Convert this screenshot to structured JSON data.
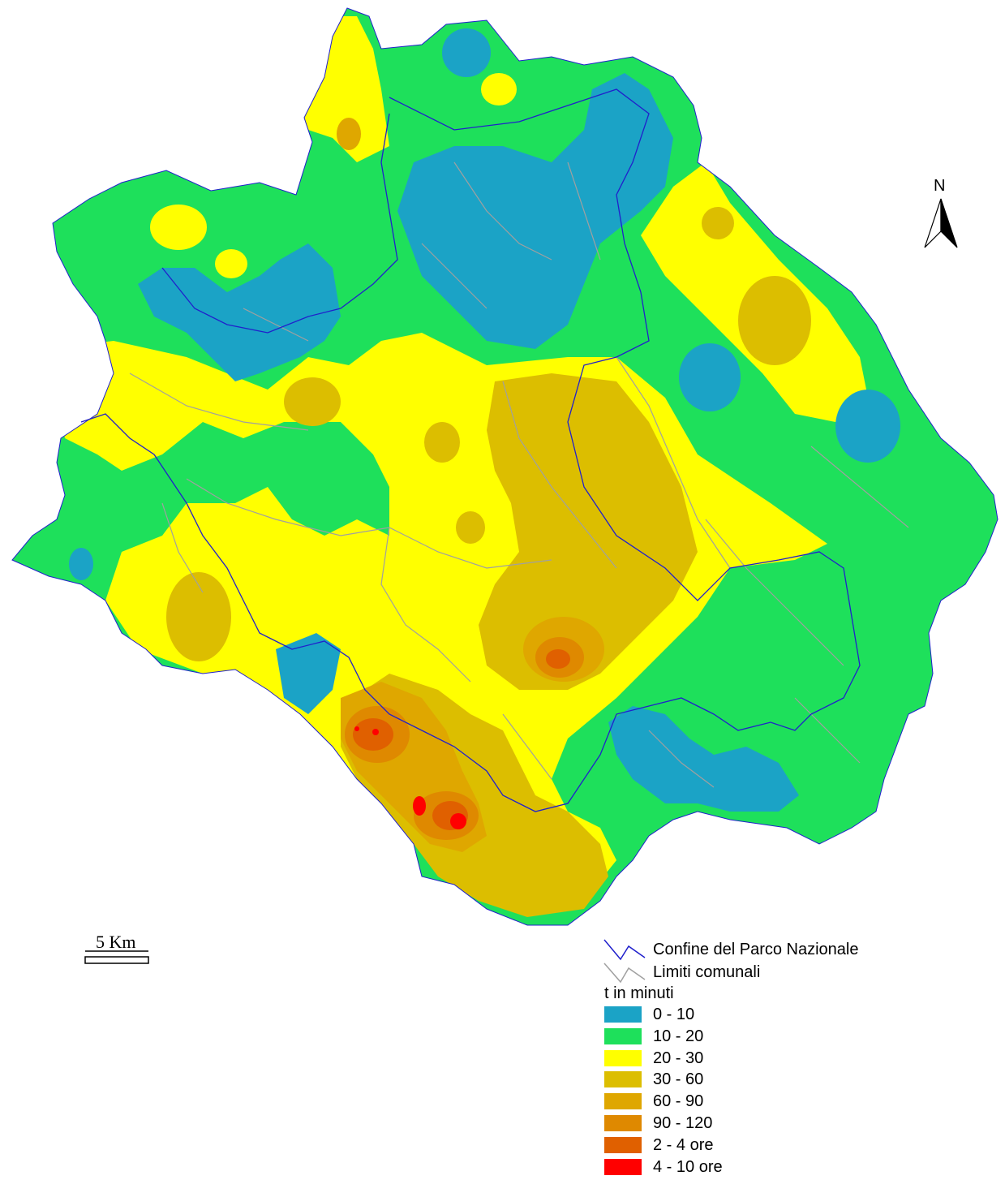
{
  "north": {
    "label": "N"
  },
  "scale_bar": {
    "label": "5 Km"
  },
  "legend": {
    "boundary_park": "Confine del Parco Nazionale",
    "boundary_municipal": "Limiti comunali",
    "title": "t in minuti",
    "classes": [
      {
        "label": "0 - 10",
        "color": "#1ba3c6"
      },
      {
        "label": "10 - 20",
        "color": "#1ee05b"
      },
      {
        "label": "20 - 30",
        "color": "#ffff00"
      },
      {
        "label": "30 - 60",
        "color": "#dcbe00"
      },
      {
        "label": "60 - 90",
        "color": "#dfa700"
      },
      {
        "label": "90 - 120",
        "color": "#df8900"
      },
      {
        "label": "2 - 4 ore",
        "color": "#e06000"
      },
      {
        "label": "4 - 10 ore",
        "color": "#ff0000"
      }
    ]
  },
  "colors": {
    "park_boundary": "#2020cc",
    "municipal_boundary": "#a0a0a0"
  }
}
